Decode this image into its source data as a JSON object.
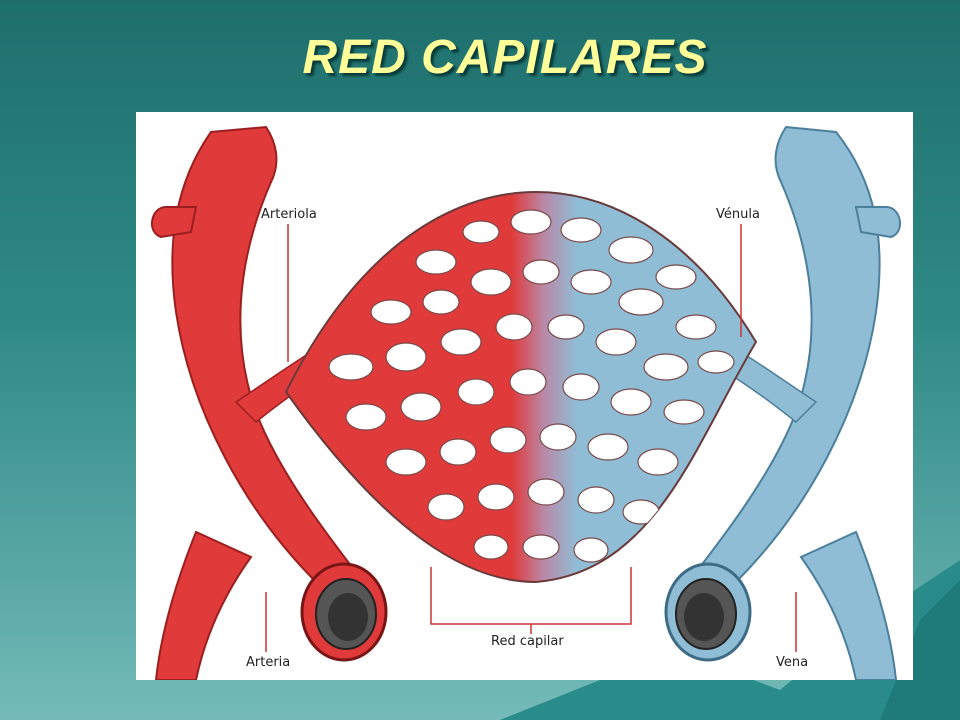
{
  "slide": {
    "title": "RED CAPILARES"
  },
  "labels": {
    "arteriola": "Arteriola",
    "venula": "Vénula",
    "arteria": "Arteria",
    "vena": "Vena",
    "red_capilar": "Red capilar"
  },
  "colors": {
    "artery": "#e23b3b",
    "vein": "#8fbdd6",
    "background": "#2f8a86",
    "title": "#ffff99"
  }
}
